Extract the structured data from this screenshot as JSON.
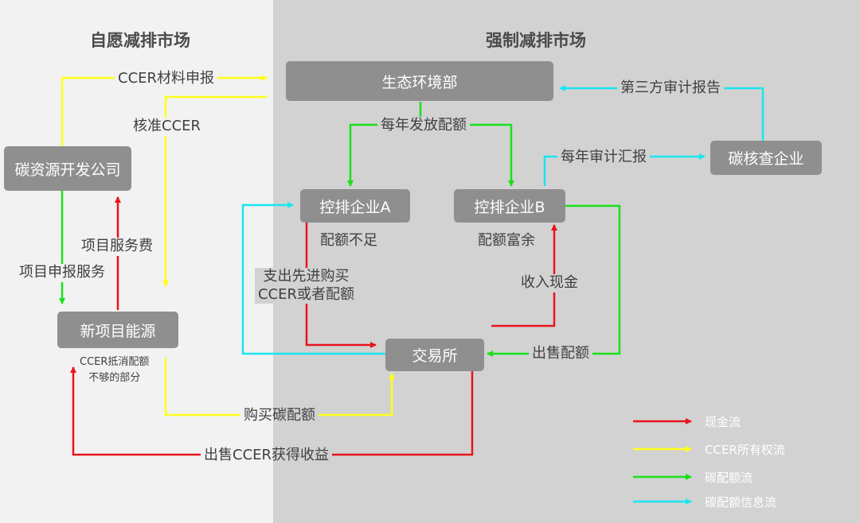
{
  "regions": {
    "voluntary": "自愿减排市场",
    "mandatory": "强制减排市场"
  },
  "nodes": {
    "ministry": "生态环境部",
    "carbon_dev": "碳资源开发公司",
    "new_energy": "新项目能源",
    "firm_a": "控排企业A",
    "firm_b": "控排企业B",
    "exchange": "交易所",
    "verifier": "碳核查企业"
  },
  "labels": {
    "ccer_filing": "CCER材料申报",
    "ccer_approve": "核准CCER",
    "annual_allot": "每年发放配额",
    "third_audit": "第三方审计报告",
    "annual_audit": "每年审计汇报",
    "project_fee": "项目服务费",
    "project_apply": "项目申报服务",
    "quota_short": "配额不足",
    "buy_ccer_l1": "支出先进购买",
    "buy_ccer_l2": "CCER或者配额",
    "quota_surplus": "配额富余",
    "cash_income": "收入现金",
    "sell_quota": "出售配额",
    "ccer_offset_l1": "CCER抵消配额",
    "ccer_offset_l2": "不够的部分",
    "buy_carbon": "购买碳配额",
    "sell_ccer": "出售CCER获得收益"
  },
  "legend": [
    {
      "label": "现金流",
      "color": "#e8141c"
    },
    {
      "label": "CCER所有权流",
      "color": "#ffff1a"
    },
    {
      "label": "碳配额流",
      "color": "#19e019"
    },
    {
      "label": "碳配额信息流",
      "color": "#1ae6f0"
    }
  ]
}
